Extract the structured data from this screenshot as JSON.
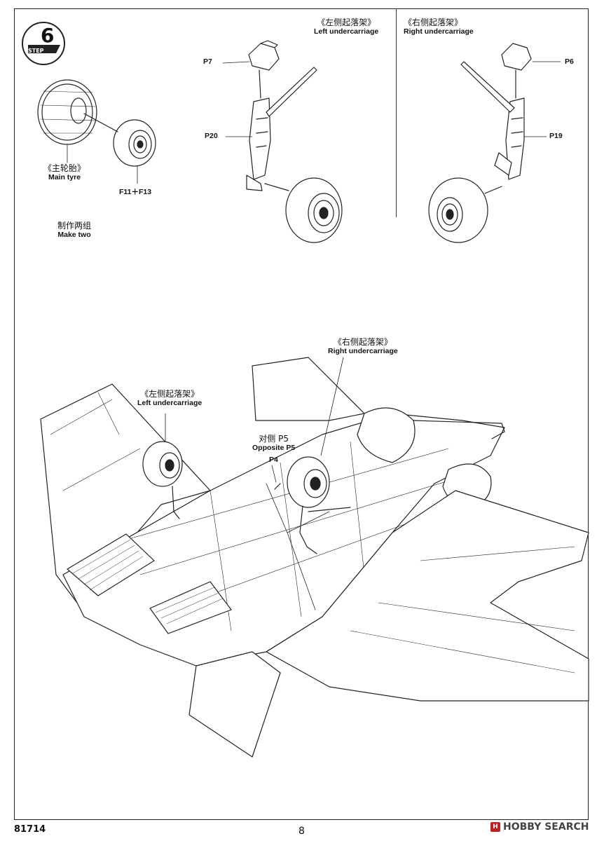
{
  "step": {
    "word": "STEP",
    "number": "6"
  },
  "labels": {
    "main_tyre": {
      "cn": "《主轮胎》",
      "en": "Main tyre"
    },
    "make_two": {
      "cn": "制作两组",
      "en": "Make two"
    },
    "left_uc_top": {
      "cn": "《左侧起落架》",
      "en": "Left undercarriage"
    },
    "right_uc_top": {
      "cn": "《右侧起落架》",
      "en": "Right undercarriage"
    },
    "left_uc_bottom": {
      "cn": "《左侧起落架》",
      "en": "Left undercarriage"
    },
    "right_uc_bottom": {
      "cn": "《右侧起落架》",
      "en": "Right undercarriage"
    },
    "opposite": {
      "cn": "对侧 P5",
      "en": "Opposite P5"
    }
  },
  "parts": {
    "f11_f13": "F11＋F13",
    "p7": "P7",
    "p20": "P20",
    "p6": "P6",
    "p19": "P19",
    "p4": "P4"
  },
  "footer": {
    "code": "81714",
    "page": "8",
    "watermark": "HOBBY SEARCH",
    "watermark_icon": "H"
  }
}
